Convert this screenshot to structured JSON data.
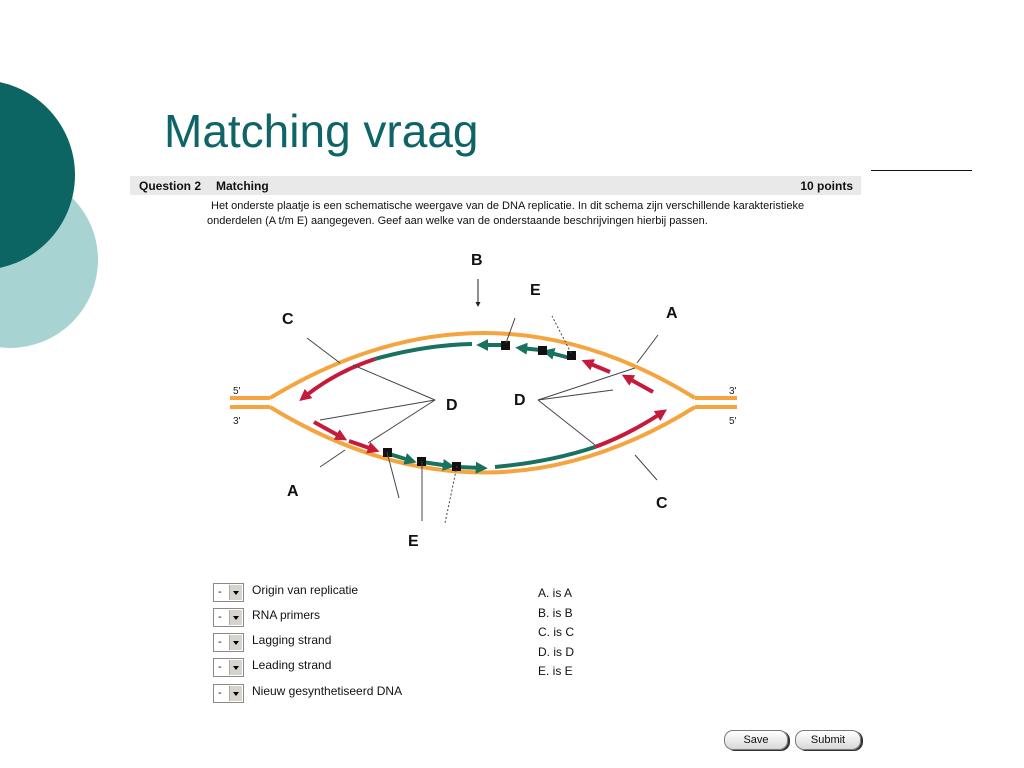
{
  "slide": {
    "title": "Matching vraag",
    "colors": {
      "dark_teal": "#0c6463",
      "light_teal": "#a8d3d3",
      "title": "#0e6466"
    }
  },
  "question": {
    "number_label": "Question 2",
    "type_label": "Matching",
    "points_label": "10 points",
    "text": "Het onderste plaatje is een schematische weergave van de DNA replicatie. In dit schema zijn verschillende karakteristieke onderdelen (A t/m E) aangegeven. Geef aan welke van de onderstaande beschrijvingen hierbij passen."
  },
  "diagram": {
    "letters": {
      "a_right": "A",
      "a_left": "A",
      "b": "B",
      "c_left": "C",
      "c_right": "C",
      "d_left": "D",
      "d_right": "D",
      "e_top": "E",
      "e_bottom": "E"
    },
    "ends": {
      "left_top": "5'",
      "left_bottom": "3'",
      "right_top": "3'",
      "right_bottom": "5'"
    },
    "colors": {
      "parent_strand": "#f5a540",
      "new_dna": "#18725f",
      "primer": "#c41a3c"
    }
  },
  "matching": {
    "items": [
      {
        "selected": "-",
        "label": "Origin van replicatie"
      },
      {
        "selected": "-",
        "label": "RNA primers"
      },
      {
        "selected": "-",
        "label": "Lagging strand"
      },
      {
        "selected": "-",
        "label": "Leading strand"
      },
      {
        "selected": "-",
        "label": "Nieuw gesynthetiseerd DNA"
      }
    ],
    "options": [
      "A. is A",
      "B. is B",
      "C. is C",
      "D. is D",
      "E. is E"
    ]
  },
  "buttons": {
    "save": "Save",
    "submit": "Submit"
  }
}
